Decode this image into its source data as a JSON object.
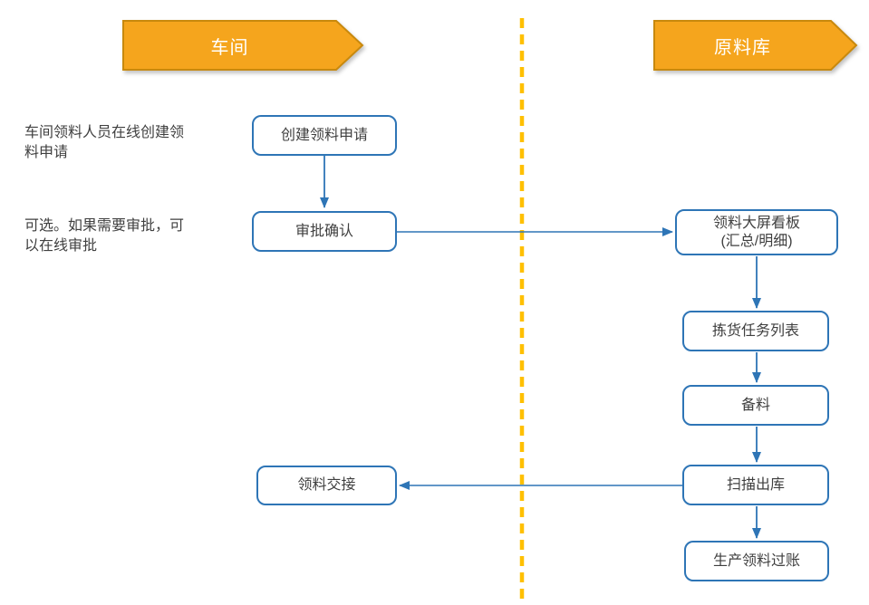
{
  "lanes": {
    "workshop": {
      "label": "车间"
    },
    "warehouse": {
      "label": "原料库"
    }
  },
  "annotations": {
    "create_note": "车间领料人员在线创建领料申请",
    "approval_note": "可选。如果需要审批，可以在线审批"
  },
  "nodes": {
    "create_request": "创建领料申请",
    "approve_confirm": "审批确认",
    "dashboard_line1": "领料大屏看板",
    "dashboard_line2": "(汇总/明细)",
    "picking_tasks": "拣货任务列表",
    "prepare": "备料",
    "scan_outbound": "扫描出库",
    "production_posting": "生产领料过账",
    "handover": "领料交接"
  },
  "colors": {
    "lane_header_fill": "#F5A51D",
    "lane_header_border": "#C8890E",
    "node_border": "#2E75B6",
    "arrow": "#2E75B6",
    "divider": "#FFC000",
    "text": "#404040"
  }
}
